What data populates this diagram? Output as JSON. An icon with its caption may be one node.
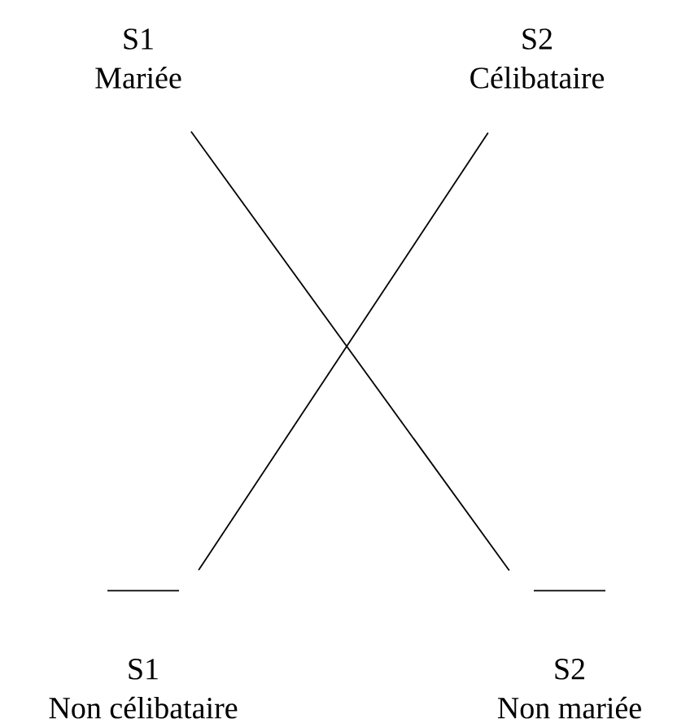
{
  "diagram": {
    "nodes": [
      {
        "text": [
          "S1",
          "Mariée"
        ]
      },
      {
        "text": [
          "S2",
          "Célibataire"
        ]
      },
      {
        "text": [
          "S1",
          "Non célibataire"
        ]
      },
      {
        "text": [
          "S2",
          "Non mariée"
        ]
      }
    ],
    "edges": [
      {
        "from": 0,
        "to": 3,
        "arrow": "none"
      },
      {
        "from": 1,
        "to": 2,
        "arrow": "none"
      }
    ]
  }
}
